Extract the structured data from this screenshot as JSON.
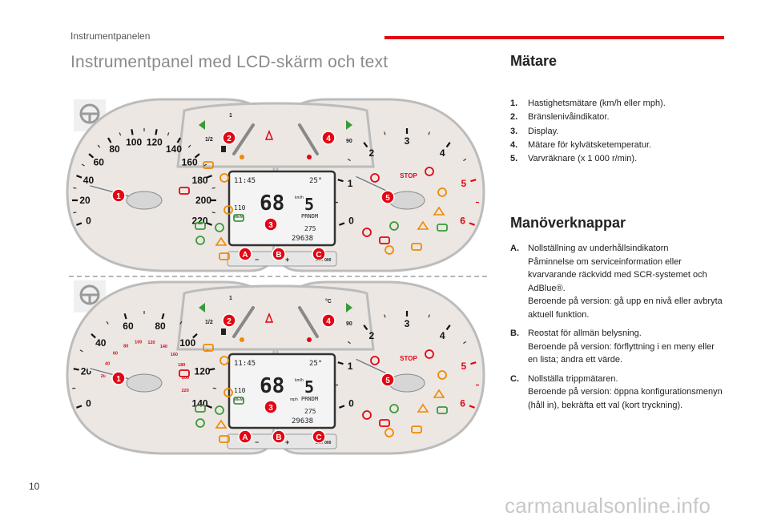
{
  "header": {
    "section": "Instrumentpanelen",
    "accent_color": "#e30613"
  },
  "title": "Instrumentpanel med LCD-skärm och text",
  "page_number": "10",
  "watermark": "carmanualsonline.info",
  "gauges": {
    "heading": "Mätare",
    "items": [
      {
        "num": "1.",
        "text": "Hastighetsmätare (km/h eller mph)."
      },
      {
        "num": "2.",
        "text": "Bränslenivåindikator."
      },
      {
        "num": "3.",
        "text": "Display."
      },
      {
        "num": "4.",
        "text": "Mätare för kylvätsketemperatur."
      },
      {
        "num": "5.",
        "text": "Varvräknare (x 1 000 r/min)."
      }
    ]
  },
  "buttons": {
    "heading": "Manöverknappar",
    "items": [
      {
        "num": "A.",
        "text": "Nollställning av underhållsindikatorn",
        "sub": "Påminnelse om serviceinformation eller kvarvarande räckvidd med SCR-systemet och AdBlue®.",
        "sub2": "Beroende på version: gå upp en nivå eller avbryta aktuell funktion."
      },
      {
        "num": "B.",
        "text": "Reostat för allmän belysning.",
        "sub": "Beroende på version: förflyttning i en meny eller en lista; ändra ett värde."
      },
      {
        "num": "C.",
        "text": "Nollställa trippmätaren.",
        "sub": "Beroende på version: öppna konfigurationsmenyn (håll in), bekräfta ett val (kort tryckning)."
      }
    ]
  },
  "dashboards": [
    {
      "speed_ticks": [
        "0",
        "20",
        "40",
        "60",
        "80",
        "100",
        "120",
        "140",
        "160",
        "180",
        "200",
        "220"
      ],
      "rpm_ticks": [
        "0",
        "1",
        "2",
        "3",
        "4",
        "5",
        "6"
      ],
      "fuel_labels": [
        "1/2",
        "1"
      ],
      "temp_labels": [
        "90"
      ],
      "lcd": {
        "time": "11:45",
        "temp": "25°",
        "speed": "68",
        "speed_unit": "km/h",
        "gear": "5",
        "gears": "PRNDM",
        "range": "275",
        "odometer": "29638",
        "mem": "MEM",
        "trip": "110"
      },
      "stop_label": "STOP",
      "callouts": [
        "1",
        "2",
        "3",
        "4",
        "5",
        "A",
        "B",
        "C"
      ],
      "button_strip": {
        "minus": "−",
        "plus": "+",
        "set": "SET 000"
      }
    },
    {
      "speed_ticks": [
        "0",
        "20",
        "40",
        "60",
        "80",
        "100",
        "120",
        "140"
      ],
      "rpm_ticks": [
        "0",
        "1",
        "2",
        "3",
        "4",
        "5",
        "6"
      ],
      "fuel_labels": [
        "1/2",
        "1"
      ],
      "temp_labels": [
        "°C",
        "90"
      ],
      "lcd": {
        "time": "11:45",
        "temp": "25°",
        "speed": "68",
        "speed_unit": "km/h",
        "gear": "5",
        "gears": "PRNDM",
        "range": "275",
        "odometer": "29638",
        "mem": "MEM",
        "trip": "110",
        "mph": "mph"
      },
      "stop_label": "STOP",
      "callouts": [
        "1",
        "2",
        "3",
        "4",
        "5",
        "A",
        "B",
        "C"
      ],
      "button_strip": {
        "minus": "−",
        "plus": "+",
        "set": "SET 000"
      }
    }
  ]
}
